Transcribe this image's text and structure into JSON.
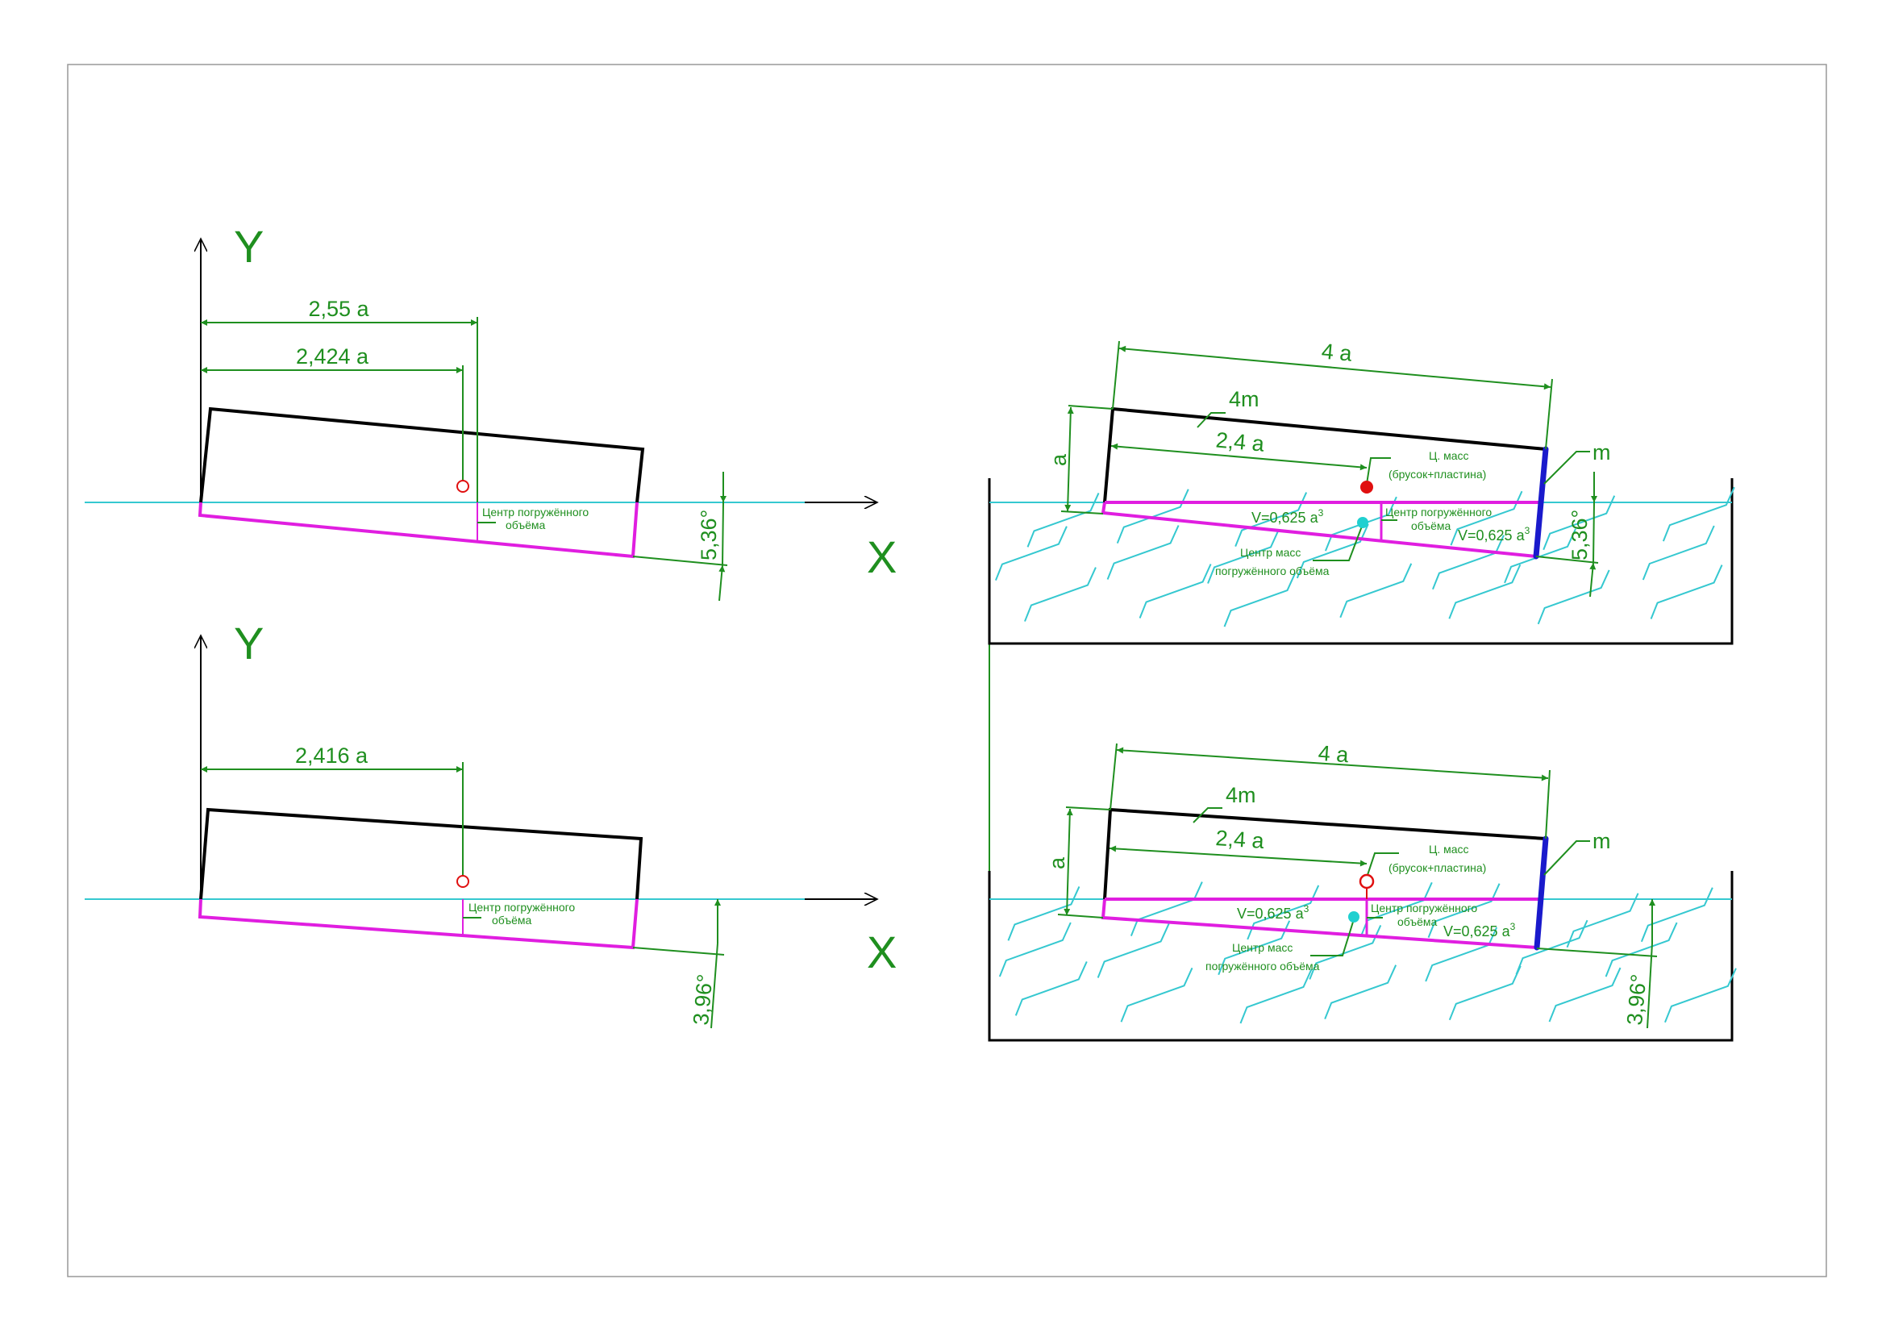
{
  "colors": {
    "dimension": "#1f8f1f",
    "water": "#35c8d0",
    "submerged": "#e01ee0",
    "plate": "#1a1acc",
    "mass_center": "#e01010",
    "buoyancy_center": "#20d0d0"
  },
  "left_top": {
    "y_axis": "Y",
    "x_axis": "X",
    "dim_1": "2,55 a",
    "dim_2": "2,424 a",
    "center_label_1": "Центр погружённого",
    "center_label_2": "объёма",
    "angle": "5,36°"
  },
  "left_bottom": {
    "y_axis": "Y",
    "x_axis": "X",
    "dim_1": "2,416 a",
    "center_label_1": "Центр погружённого",
    "center_label_2": "объёма",
    "angle": "3,96°"
  },
  "right_top": {
    "length": "4 a",
    "mass_bar": "4m",
    "mass_plate": "m",
    "cm_dist": "2,4 a",
    "height": "a",
    "cm_label_1": "Ц. масс",
    "cm_label_2": "(брусок+пластина)",
    "volume_1": "V=0,625 a",
    "volume_2": "V=0,625 a",
    "volume_exp": "3",
    "center_label_1": "Центр погружённого",
    "center_label_2": "объёма",
    "cmv_label_1": "Центр масс",
    "cmv_label_2": "погружённого объёма",
    "angle": "5,36°"
  },
  "right_bottom": {
    "length": "4 a",
    "mass_bar": "4m",
    "mass_plate": "m",
    "cm_dist": "2,4 a",
    "height": "a",
    "cm_label_1": "Ц. масс",
    "cm_label_2": "(брусок+пластина)",
    "volume_1": "V=0,625 a",
    "volume_2": "V=0,625 a",
    "volume_exp": "3",
    "center_label_1": "Центр погружённого",
    "center_label_2": "объёма",
    "cmv_label_1": "Центр масс",
    "cmv_label_2": "погружённого объёма",
    "angle": "3,96°"
  }
}
